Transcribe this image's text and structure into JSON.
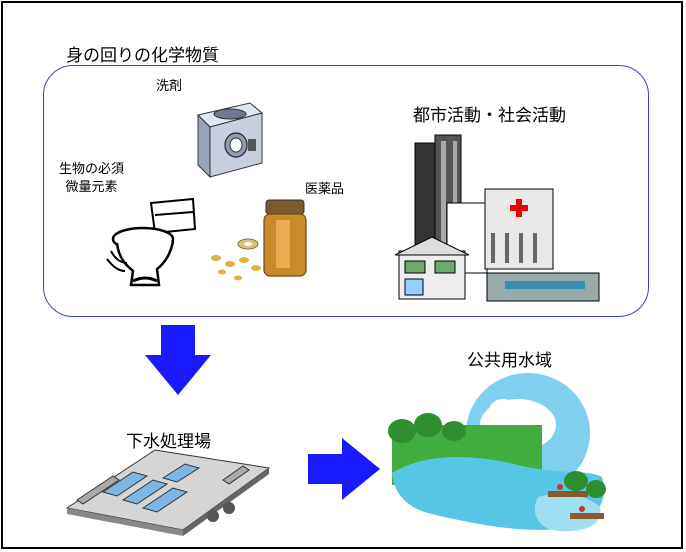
{
  "title": "身の回りの化学物質",
  "labels": {
    "detergent": "洗剤",
    "essential_line1": "生物の必須",
    "essential_line2": "微量元素",
    "medicine": "医薬品",
    "urban": "都市活動・社会活動",
    "sewage": "下水処理場",
    "public_water": "公共用水域"
  },
  "colors": {
    "frame": "#000000",
    "group_border": "#3b45c4",
    "arrow": "#1a1aff"
  },
  "icons": [
    "washing-machine-icon",
    "toilet-icon",
    "medicine-bottle-icon",
    "city-buildings-icon",
    "sewage-plant-icon",
    "lake-scene-icon"
  ]
}
